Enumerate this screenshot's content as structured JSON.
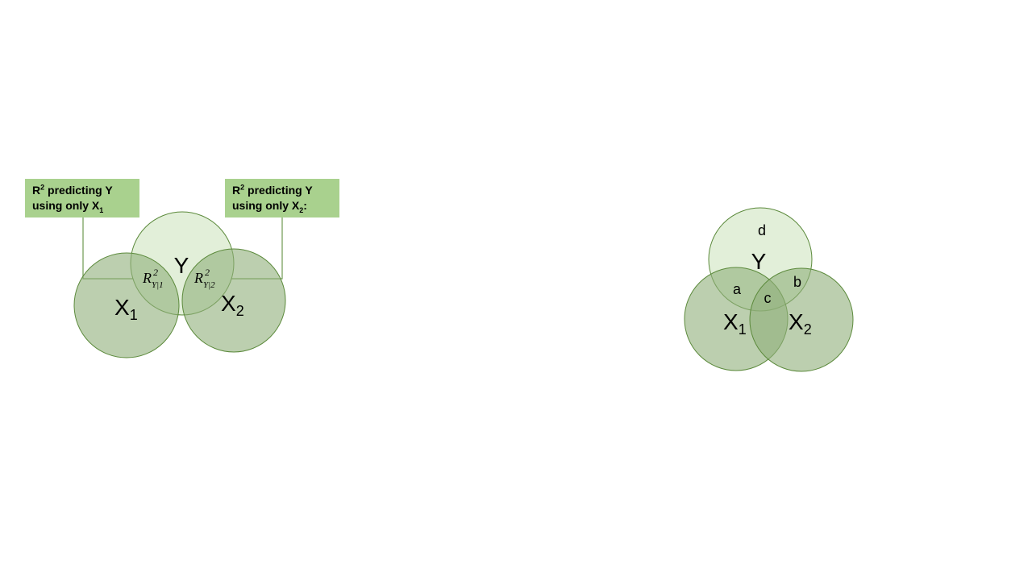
{
  "left_diagram": {
    "callout_left": {
      "line1_prefix": "R",
      "line1_sup": "2",
      "line1_suffix": " predicting Y",
      "line2_prefix": "using only X",
      "line2_sub": "1",
      "line2_suffix": ""
    },
    "callout_right": {
      "line1_prefix": "R",
      "line1_sup": "2",
      "line1_suffix": " predicting Y",
      "line2_prefix": "using only X",
      "line2_sub": "2",
      "line2_suffix": ":"
    },
    "circle_y_label": "Y",
    "circle_x1_label": "X",
    "circle_x1_sub": "1",
    "circle_x2_label": "X",
    "circle_x2_sub": "2",
    "overlap_left": {
      "base": "R",
      "sup": "2",
      "sub": "Y|1"
    },
    "overlap_right": {
      "base": "R",
      "sup": "2",
      "sub": "Y|2"
    }
  },
  "right_diagram": {
    "circle_y_label": "Y",
    "circle_x1_label": "X",
    "circle_x1_sub": "1",
    "circle_x2_label": "X",
    "circle_x2_sub": "2",
    "region_a": "a",
    "region_b": "b",
    "region_c": "c",
    "region_d": "d"
  },
  "colors": {
    "callout_fill": "#a9d18e",
    "y_circle_fill": "#c5e0b4",
    "x_circle_fill": "#8faf7a",
    "circle_stroke": "#5c8a3c"
  }
}
